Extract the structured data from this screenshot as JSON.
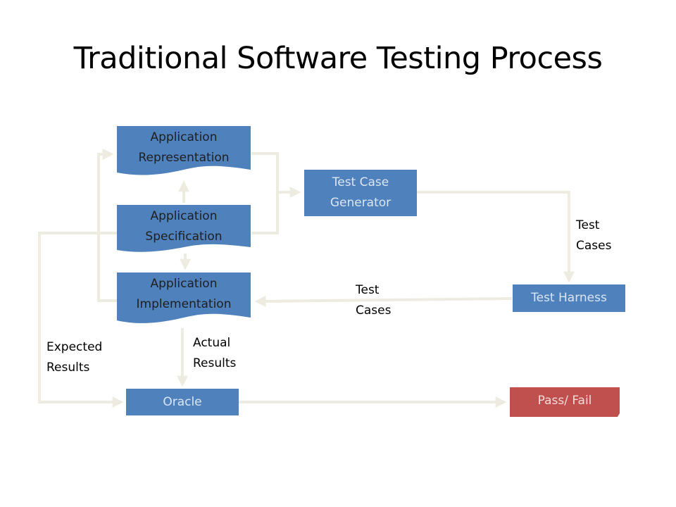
{
  "title": "Traditional Software Testing Process",
  "colors": {
    "box_blue": "#4f81bd",
    "box_red": "#c0504d",
    "connector": "#eeece1"
  },
  "nodes": {
    "app_representation": "Application\nRepresentation",
    "app_specification": "Application\nSpecification",
    "app_implementation": "Application\nImplementation",
    "test_case_generator": "Test Case\nGenerator",
    "test_harness": "Test Harness",
    "oracle": "Oracle",
    "pass_fail": "Pass/ Fail"
  },
  "edge_labels": {
    "test_cases_right": "Test\nCases",
    "test_cases_middle": "Test\nCases",
    "expected_results": "Expected\nResults",
    "actual_results": "Actual\nResults"
  }
}
